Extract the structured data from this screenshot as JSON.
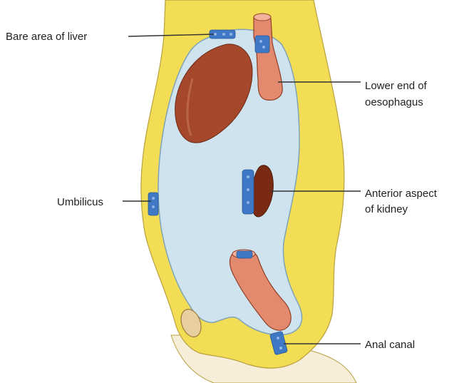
{
  "labels": {
    "bare_area": "Bare area of liver",
    "oesophagus_line1": "Lower end of",
    "oesophagus_line2": "oesophagus",
    "umbilicus": "Umbilicus",
    "kidney_line1": "Anterior aspect",
    "kidney_line2": "of kidney",
    "anal_canal": "Anal canal"
  },
  "colors": {
    "background": "#ffffff",
    "body_wall": "#f3dd55",
    "body_outline": "#b8a040",
    "body_lower": "#f6eed8",
    "peritoneal_cavity": "#cfe3ee",
    "cavity_outline": "#7fa3b8",
    "liver": "#a4472a",
    "kidney": "#7a2a12",
    "gut": "#e38a6e",
    "anastomosis": "#3f78c4",
    "leader_line": "#333333"
  }
}
